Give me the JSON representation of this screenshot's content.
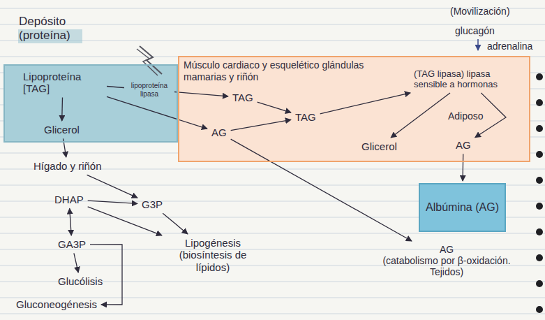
{
  "diagram": {
    "nodes": [
      {
        "text": [
          "Depósito (proteína)"
        ]
      },
      {
        "text": [
          "Lipoproteína [TAG]"
        ],
        "in": 0
      },
      {
        "text": [
          "Glicerol"
        ],
        "in": 0
      },
      {
        "text": [
          "Músculo cardiaco y esquelético glándulas mamarias y riñón"
        ]
      },
      {
        "text": [
          "TAG"
        ],
        "in": 3
      },
      {
        "text": [
          "AG"
        ],
        "in": 3
      },
      {
        "text": [
          "TAG"
        ],
        "in": 3
      },
      {
        "text": [
          "(TAG lipasa) lipasa sensible a hormonas"
        ],
        "in": 3
      },
      {
        "text": [
          "Glicerol"
        ],
        "in": 3
      },
      {
        "text": [
          "AG"
        ],
        "in": 3
      },
      {
        "text": [
          "Hígado y riñón"
        ]
      },
      {
        "text": [
          "DHAP"
        ]
      },
      {
        "text": [
          "G3P"
        ]
      },
      {
        "text": [
          "GA3P"
        ]
      },
      {
        "text": [
          "Lipogénesis (biosíntesis de lípidos)"
        ]
      },
      {
        "text": [
          "Glucólisis"
        ]
      },
      {
        "text": [
          "Gluconeogénesis"
        ]
      },
      {
        "text": [
          "Albúmina (AG)"
        ]
      },
      {
        "text": [
          "AG",
          "(catabolismo por β-oxidación. Tejidos)"
        ]
      }
    ],
    "edges": [
      {
        "from": 1,
        "to": 4,
        "arrow": "to",
        "label": "lipoproteína lipasa"
      },
      {
        "from": 1,
        "to": 2,
        "arrow": "to"
      },
      {
        "from": 1,
        "to": 5,
        "arrow": "to"
      },
      {
        "from": 2,
        "to": 10,
        "arrow": "to"
      },
      {
        "from": 4,
        "to": 6,
        "arrow": "to"
      },
      {
        "from": 5,
        "to": 6,
        "arrow": "to"
      },
      {
        "from": 6,
        "to": 7,
        "arrow": "to"
      },
      {
        "from": 7,
        "to": 8,
        "arrow": "to"
      },
      {
        "from": 7,
        "to": 9,
        "arrow": "to"
      },
      {
        "from": 9,
        "to": 17,
        "arrow": "to"
      },
      {
        "from": 5,
        "to": 18,
        "arrow": "to"
      },
      {
        "from": 10,
        "to": 12,
        "arrow": "to"
      },
      {
        "from": 11,
        "to": 12,
        "arrow": "to"
      },
      {
        "from": 11,
        "to": 13,
        "arrow": "both"
      },
      {
        "from": 11,
        "to": 14,
        "arrow": "to"
      },
      {
        "from": 12,
        "to": 14,
        "arrow": "to"
      },
      {
        "from": 13,
        "to": 15,
        "arrow": "to"
      },
      {
        "from": 13,
        "to": 16,
        "arrow": "to"
      }
    ],
    "labels": [
      "(Movilización)",
      "glucagón",
      "adrenalina",
      "Adiposo"
    ]
  }
}
